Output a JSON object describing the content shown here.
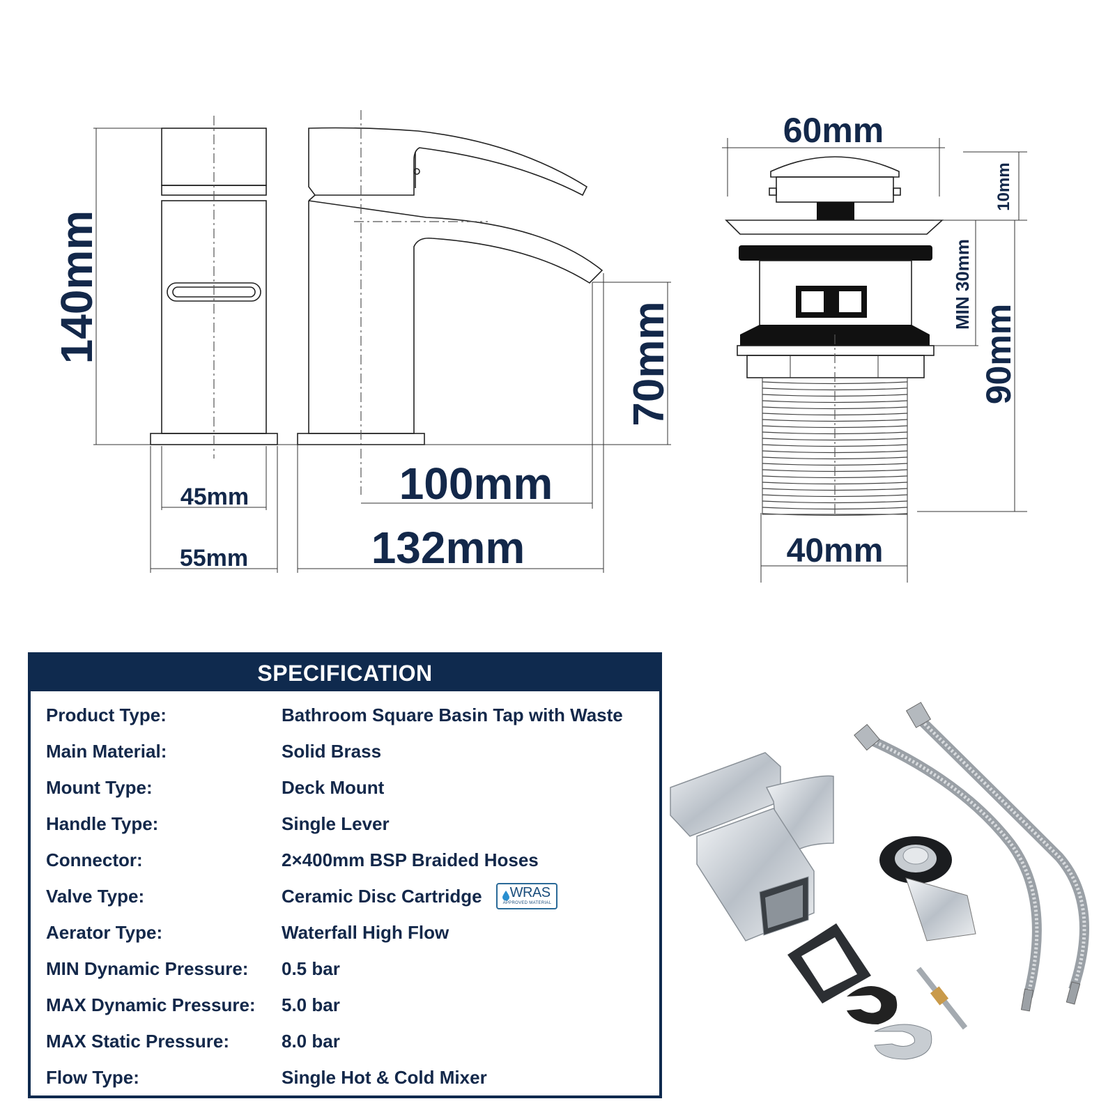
{
  "dimensions": {
    "tap_height": "140mm",
    "spout_height": "70mm",
    "spout_reach": "100mm",
    "overall_length": "132mm",
    "body_width": "45mm",
    "base_width": "55mm",
    "waste_cap_diameter": "60mm",
    "waste_cap_height": "10mm",
    "basin_thickness_min": "MIN 30mm",
    "waste_length": "90mm",
    "thread_diameter": "40mm"
  },
  "specification": {
    "title": "SPECIFICATION",
    "rows": [
      {
        "label": "Product Type:",
        "value": "Bathroom Square Basin Tap with Waste"
      },
      {
        "label": "Main Material:",
        "value": "Solid Brass"
      },
      {
        "label": "Mount Type:",
        "value": "Deck Mount"
      },
      {
        "label": "Handle Type:",
        "value": "Single Lever"
      },
      {
        "label": "Connector:",
        "value": "2×400mm BSP Braided Hoses"
      },
      {
        "label": "Valve Type:",
        "value": "Ceramic Disc Cartridge"
      },
      {
        "label": "Aerator Type:",
        "value": "Waterfall High Flow"
      },
      {
        "label": "MIN Dynamic Pressure:",
        "value": "0.5 bar"
      },
      {
        "label": "MAX Dynamic Pressure:",
        "value": "5.0 bar"
      },
      {
        "label": "MAX Static Pressure:",
        "value": "8.0 bar"
      },
      {
        "label": "Flow Type:",
        "value": "Single Hot & Cold Mixer"
      }
    ],
    "badge": {
      "name": "WRAS",
      "subtitle": "APPROVED MATERIAL"
    }
  },
  "colors": {
    "navy": "#0f2a4e",
    "dimension_text": "#13284a",
    "badge": "#2a6a98"
  },
  "icons": [
    "water-drop-icon"
  ]
}
